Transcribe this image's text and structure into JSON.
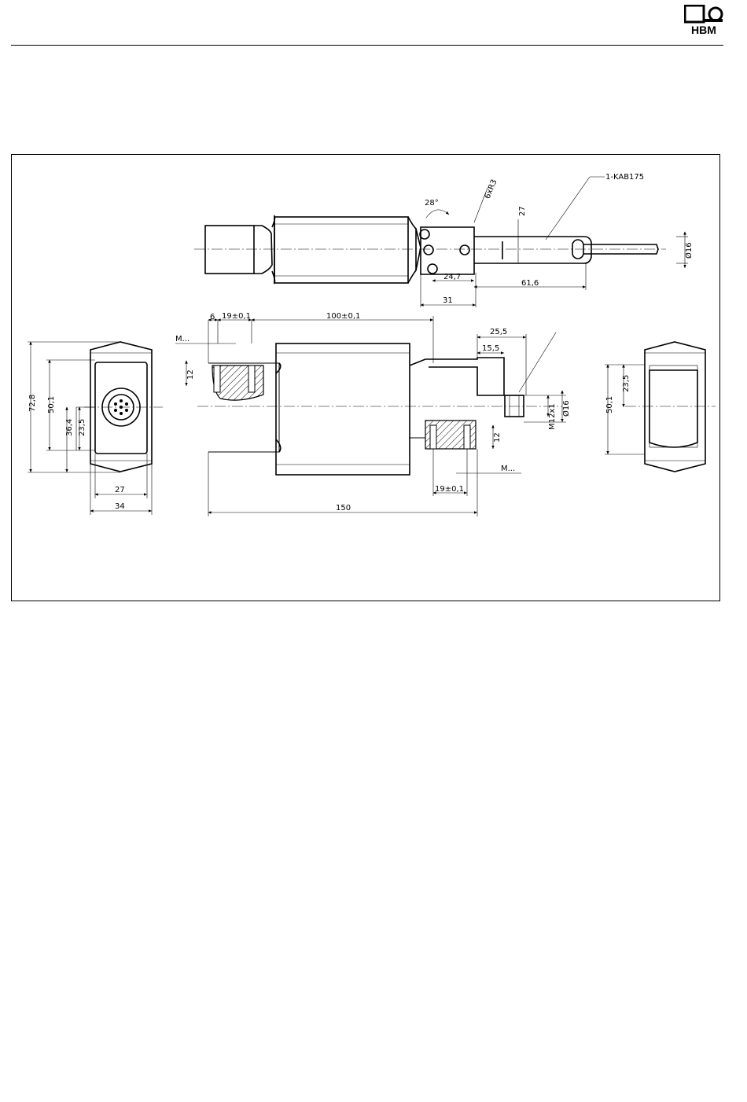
{
  "logo": {
    "text": "HBM"
  },
  "dimensions": {
    "top_angle": "28°",
    "top_radius": "6xR3",
    "top_height": "27",
    "cable_label": "1-KAB175",
    "cable_dia": "Ø16",
    "d_24_7": "24,7",
    "d_61_6": "61,6",
    "d_31": "31",
    "d_6": "6",
    "d_19_top": "19±0,1",
    "d_100": "100±0,1",
    "d_25_5": "25,5",
    "d_15_5": "15,5",
    "thread_top": "M...",
    "thread_bottom": "M...",
    "d_12_left": "12",
    "d_12_right": "12",
    "thread_m12": "M12x1",
    "d_16_right": "Ø16",
    "d_19_bottom": "19±0,1",
    "d_150": "150",
    "left_72_8": "72,8",
    "left_50_1": "50,1",
    "left_36_4": "36,4",
    "left_23_5": "23,5",
    "left_27": "27",
    "left_34": "34",
    "right_50_1": "50,1",
    "right_23_5": "23,5"
  }
}
